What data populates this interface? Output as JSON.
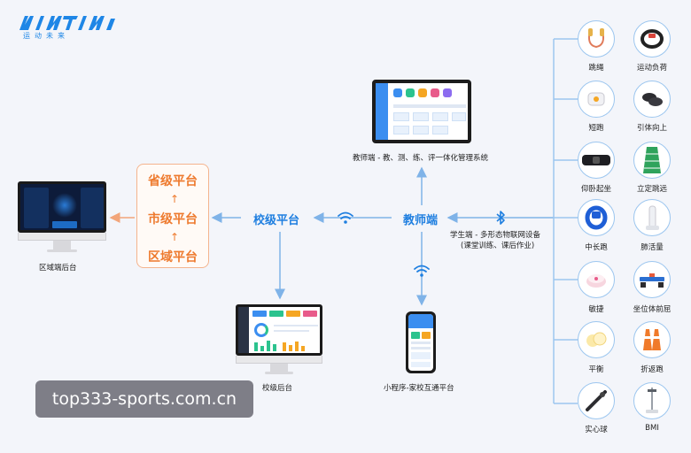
{
  "logo": {
    "subtitle": "运动未来"
  },
  "platforms": {
    "province": "省级平台",
    "city": "市级平台",
    "district": "区域平台"
  },
  "nodes": {
    "school_platform": "校级平台",
    "teacher_end": "教师端",
    "student_end_line1": "学生端 - 多形态物联网设备",
    "student_end_line2": "(课堂训练、课后作业)"
  },
  "captions": {
    "district_backend": "区域端后台",
    "school_backend": "校级后台",
    "teacher_system": "教师端 - 教、测、练、评一体化管理系统",
    "mini_program": "小程序-家校互通平台"
  },
  "devices": [
    {
      "label": "跳绳",
      "icon": "jump-rope-icon"
    },
    {
      "label": "运动负荷",
      "icon": "heart-rate-band-icon"
    },
    {
      "label": "短跑",
      "icon": "sprint-sensor-icon"
    },
    {
      "label": "引体向上",
      "icon": "pull-up-sensor-icon"
    },
    {
      "label": "仰卧起坐",
      "icon": "sit-up-belt-icon"
    },
    {
      "label": "立定跳远",
      "icon": "long-jump-mat-icon"
    },
    {
      "label": "中长跑",
      "icon": "wristband-icon"
    },
    {
      "label": "肺活量",
      "icon": "spirometer-icon"
    },
    {
      "label": "敏捷",
      "icon": "agility-sensor-icon"
    },
    {
      "label": "坐位体前屈",
      "icon": "sit-reach-icon"
    },
    {
      "label": "平衡",
      "icon": "balance-sensor-icon"
    },
    {
      "label": "折返跑",
      "icon": "cones-icon"
    },
    {
      "label": "实心球",
      "icon": "medicine-ball-icon"
    },
    {
      "label": "BMI",
      "icon": "bmi-scale-icon"
    }
  ],
  "watermark": "top333-sports.com.cn",
  "colors": {
    "blue": "#1f7fe0",
    "orange": "#ee7a2e",
    "line": "#9cc6ef"
  }
}
